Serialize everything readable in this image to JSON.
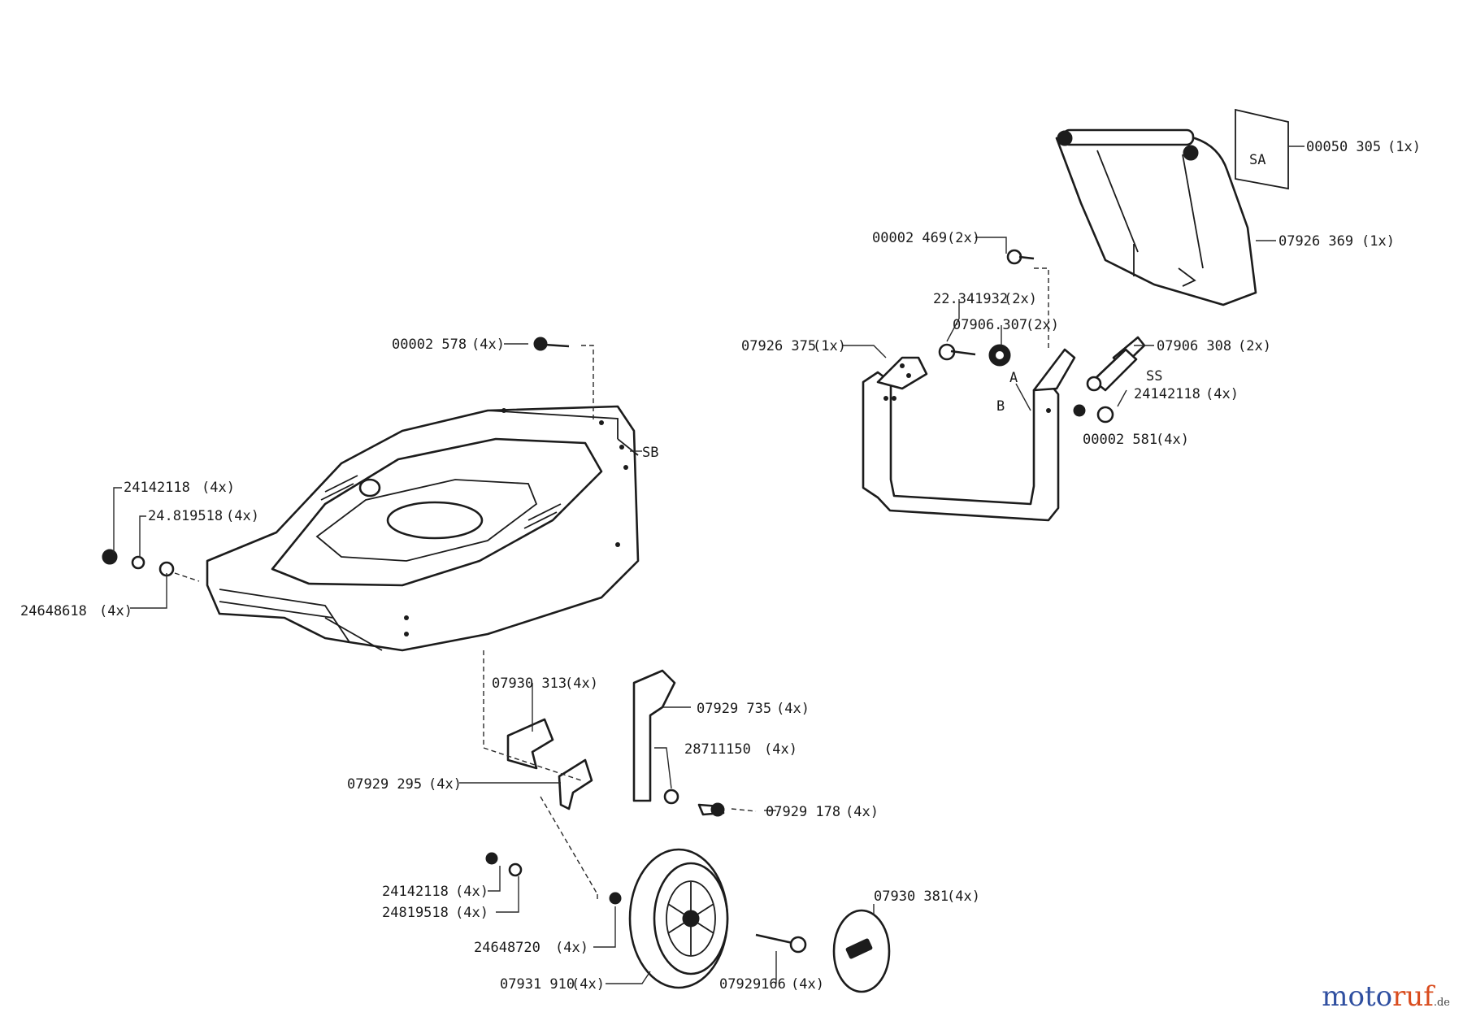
{
  "parts": [
    {
      "id": "p1",
      "number": "00050 305",
      "qty": "(1x)"
    },
    {
      "id": "p2",
      "number": "07926 369",
      "qty": "(1x)"
    },
    {
      "id": "p3",
      "number": "00002 469",
      "qty": "(2x)"
    },
    {
      "id": "p4",
      "number": "22.341932",
      "qty": "(2x)"
    },
    {
      "id": "p5",
      "number": "07906.307",
      "qty": "(2x)"
    },
    {
      "id": "p6",
      "number": "07926 375",
      "qty": "(1x)"
    },
    {
      "id": "p7",
      "number": "07906 308",
      "qty": "(2x)"
    },
    {
      "id": "p8",
      "number": "24142118",
      "qty": "(4x)"
    },
    {
      "id": "p9",
      "number": "00002 581",
      "qty": "(4x)"
    },
    {
      "id": "p10",
      "number": "00002 578",
      "qty": "(4x)"
    },
    {
      "id": "p11",
      "number": "24142118",
      "qty": "(4x)"
    },
    {
      "id": "p12",
      "number": "24.819518",
      "qty": "(4x)"
    },
    {
      "id": "p13",
      "number": "24648618",
      "qty": "(4x)"
    },
    {
      "id": "p14",
      "number": "07930 313",
      "qty": "(4x)"
    },
    {
      "id": "p15",
      "number": "07929 735",
      "qty": "(4x)"
    },
    {
      "id": "p16",
      "number": "28711150",
      "qty": "(4x)"
    },
    {
      "id": "p17",
      "number": "07929 295",
      "qty": "(4x)"
    },
    {
      "id": "p18",
      "number": "07929 178",
      "qty": "(4x)"
    },
    {
      "id": "p19",
      "number": "24142118",
      "qty": "(4x)"
    },
    {
      "id": "p20",
      "number": "24819518",
      "qty": "(4x)"
    },
    {
      "id": "p21",
      "number": "24648720",
      "qty": "(4x)"
    },
    {
      "id": "p22",
      "number": "07930 381",
      "qty": "(4x)"
    },
    {
      "id": "p23",
      "number": "07931 910",
      "qty": "(4x)"
    },
    {
      "id": "p24",
      "number": "07929166",
      "qty": "(4x)"
    }
  ],
  "markers": {
    "sa": "SA",
    "sb": "SB",
    "a": "A",
    "b": "B",
    "ss": "SS"
  },
  "watermark": {
    "part1": "moto",
    "part2": "ruf",
    "part3": "",
    "tld": ".de"
  }
}
